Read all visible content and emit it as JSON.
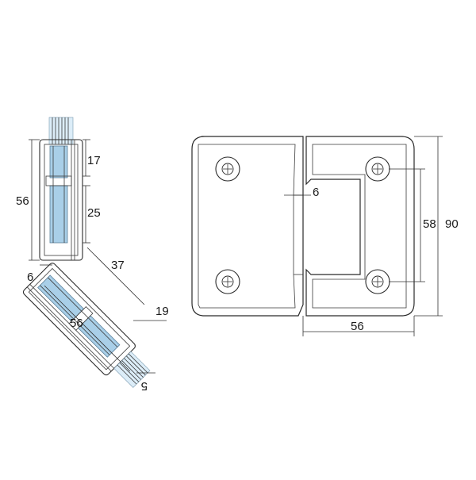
{
  "diagram": {
    "side_view_labels": {
      "height_total": "56",
      "top_segment": "17",
      "lower_segment": "25",
      "angled_length": "37",
      "bottom_offset": "6",
      "angled_total": "56",
      "angled_width": "19",
      "glass_thickness": "5"
    },
    "front_view_labels": {
      "leaf_gap": "6",
      "hole_spacing": "58",
      "overall_height": "90",
      "leaf_width": "56"
    },
    "colors": {
      "glass": "#a9cfe8",
      "line": "#2a2a2a",
      "background": "#ffffff"
    }
  }
}
